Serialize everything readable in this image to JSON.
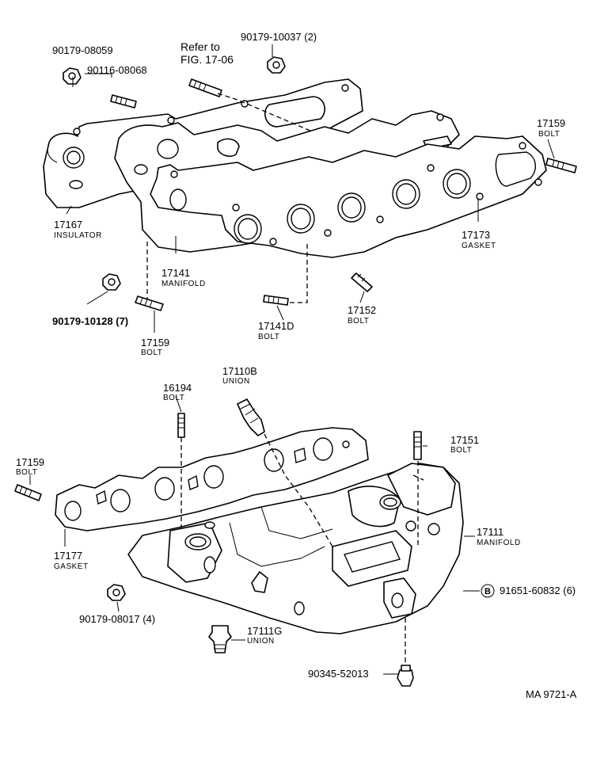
{
  "labels": {
    "p90179_08059": "90179-08059",
    "p90116_08068": "90116-08068",
    "refer_line1": "Refer to",
    "refer_line2": "FIG. 17-06",
    "p90179_10037": "90179-10037 (2)",
    "p17159_top_num": "17159",
    "p17159_top_sub": "BOLT",
    "p17167_num": "17167",
    "p17167_sub": "INSULATOR",
    "p17141_num": "17141",
    "p17141_sub": "MANIFOLD",
    "p17173_num": "17173",
    "p17173_sub": "GASKET",
    "p90179_10128": "90179-10128 (7)",
    "p17159_mid_num": "17159",
    "p17159_mid_sub": "BOLT",
    "p17141D_num": "17141D",
    "p17141D_sub": "BOLT",
    "p17152_num": "17152",
    "p17152_sub": "BOLT",
    "p17110B_num": "17110B",
    "p17110B_sub": "UNION",
    "p16194_num": "16194",
    "p16194_sub": "BOLT",
    "p17151_num": "17151",
    "p17151_sub": "BOLT",
    "p17159_low_num": "17159",
    "p17159_low_sub": "BOLT",
    "p17111_num": "17111",
    "p17111_sub": "MANIFOLD",
    "p17177_num": "17177",
    "p17177_sub": "GASKET",
    "circle_b": "B",
    "p91651_60832": "91651-60832 (6)",
    "p90179_08017": "90179-08017 (4)",
    "p17111G_num": "17111G",
    "p17111G_sub": "UNION",
    "p90345_52013": "90345-52013",
    "figure_code": "MA  9721-A"
  }
}
